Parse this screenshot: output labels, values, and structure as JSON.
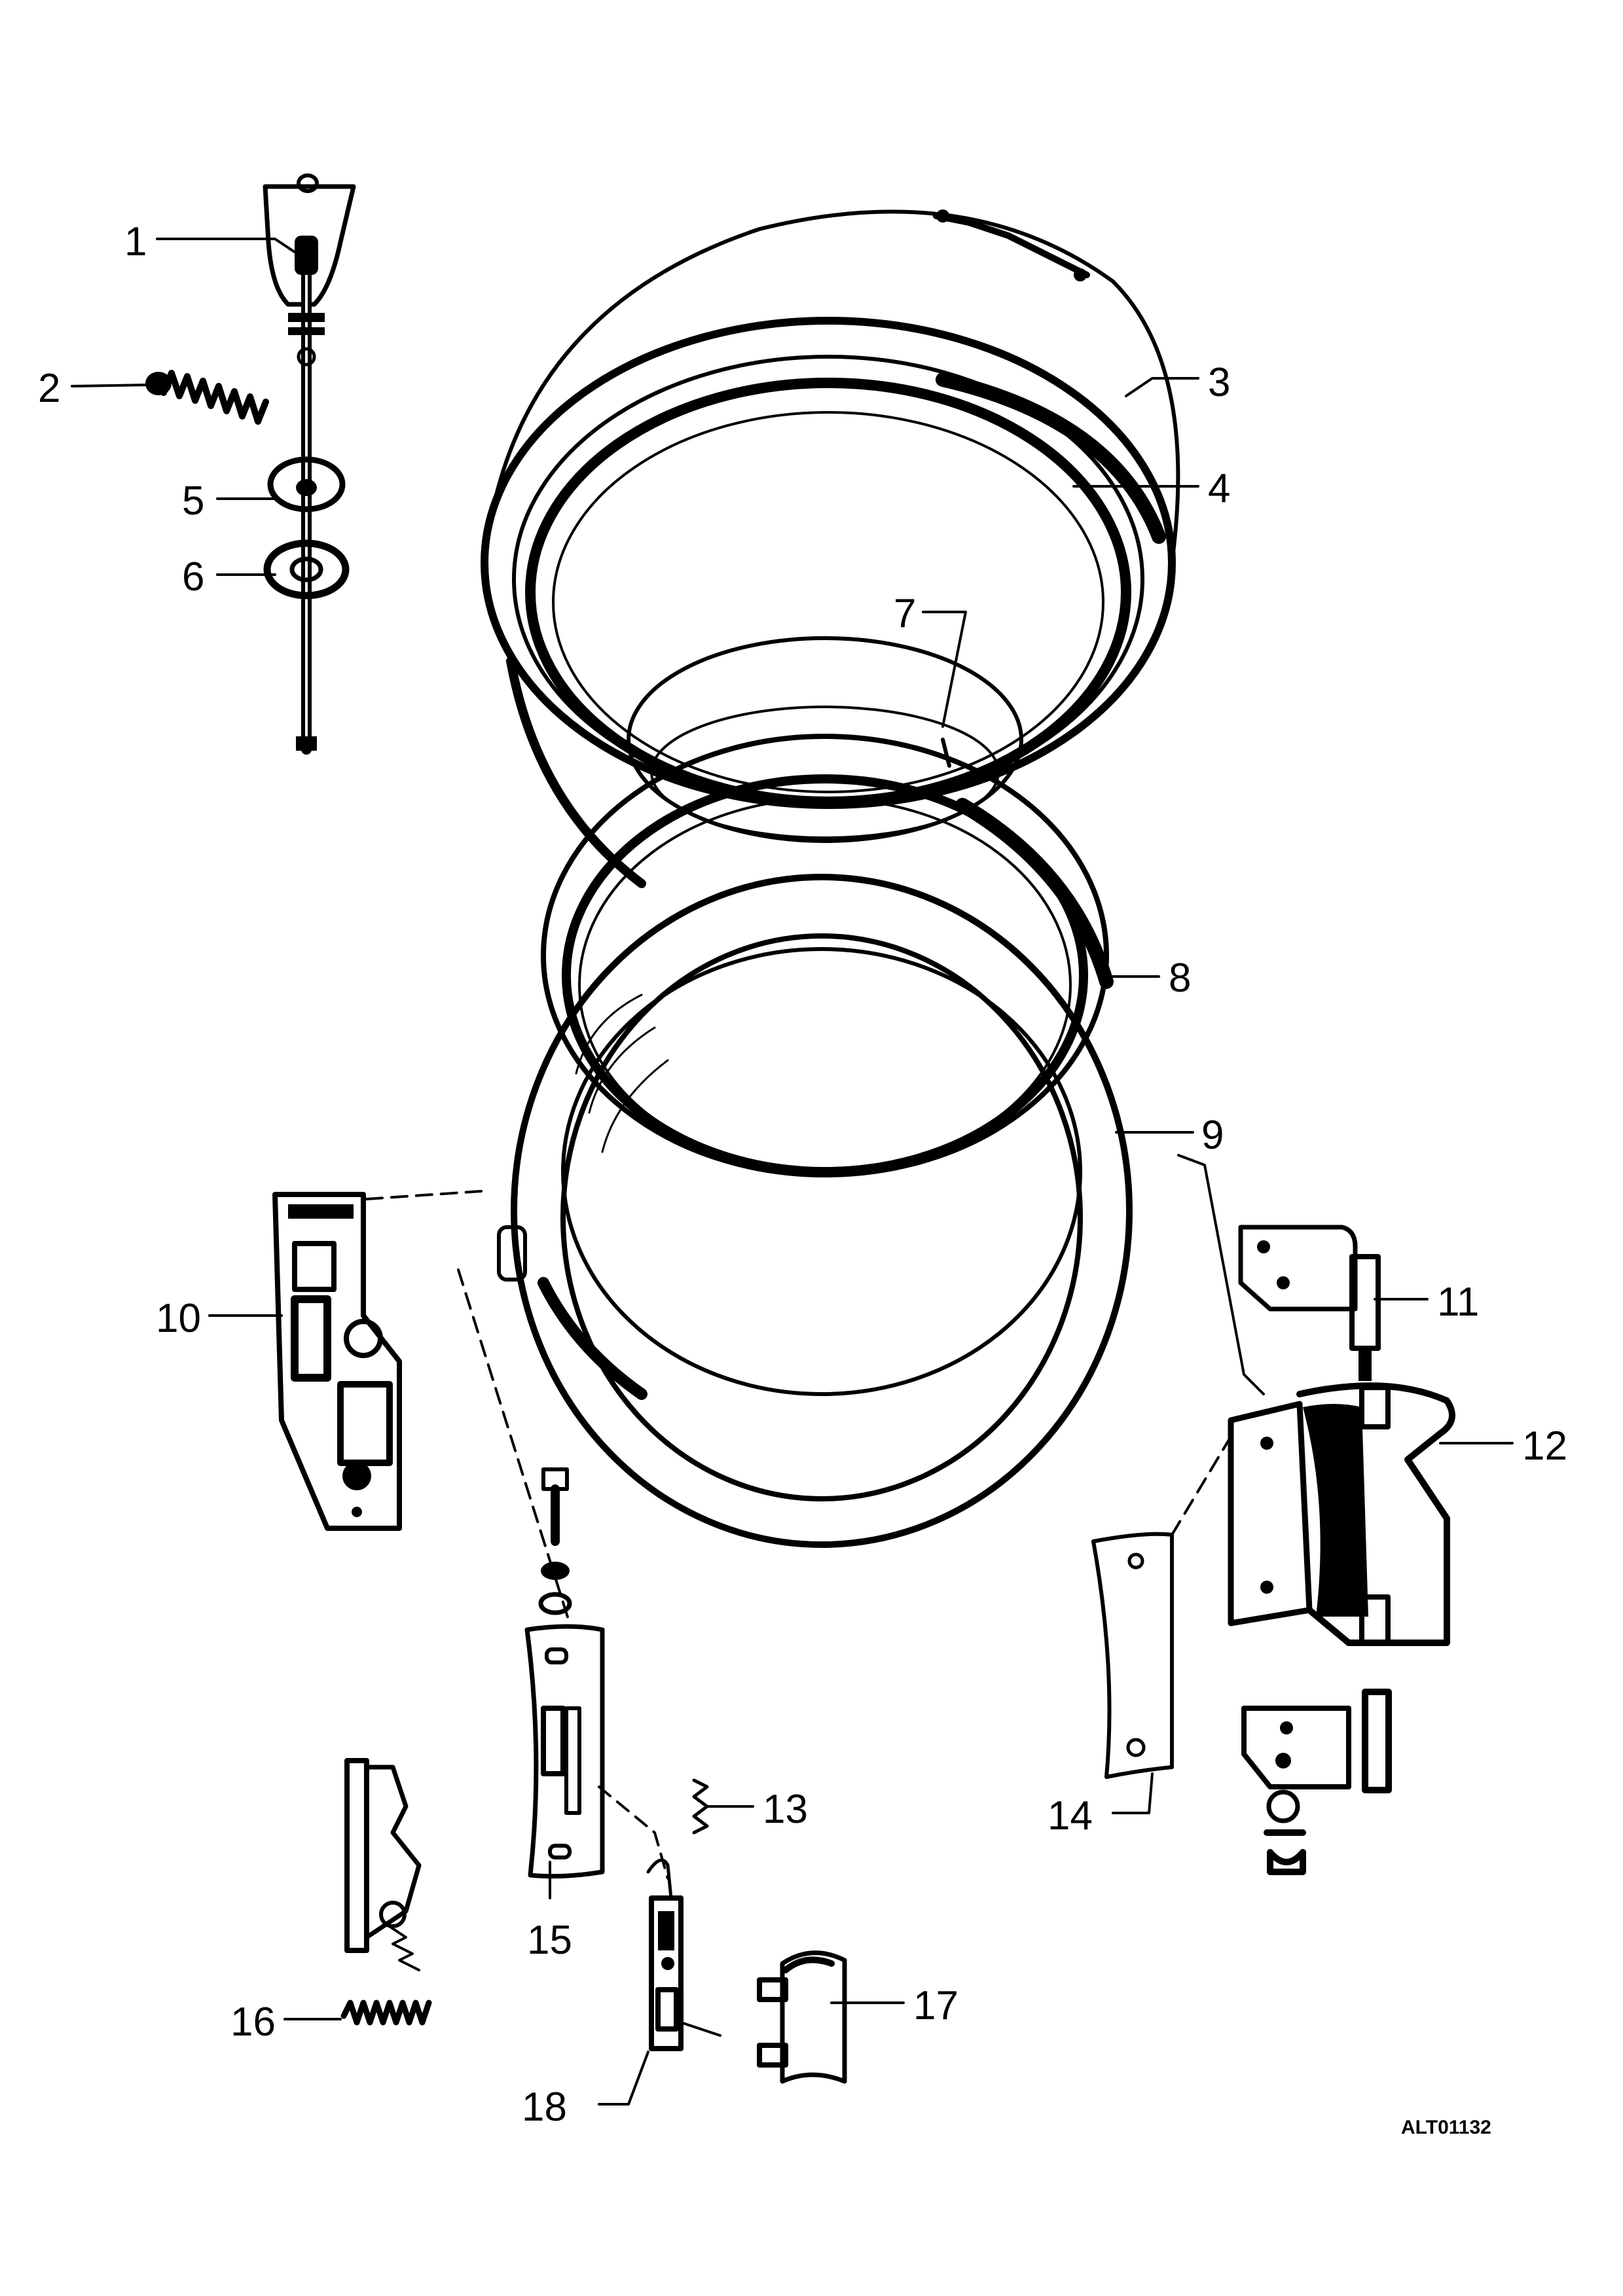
{
  "diagram_code": "ALT01132",
  "callouts": [
    {
      "id": "1",
      "label": "1"
    },
    {
      "id": "2",
      "label": "2"
    },
    {
      "id": "3",
      "label": "3"
    },
    {
      "id": "4",
      "label": "4"
    },
    {
      "id": "5",
      "label": "5"
    },
    {
      "id": "6",
      "label": "6"
    },
    {
      "id": "7",
      "label": "7"
    },
    {
      "id": "8",
      "label": "8"
    },
    {
      "id": "9",
      "label": "9"
    },
    {
      "id": "10",
      "label": "10"
    },
    {
      "id": "11",
      "label": "11"
    },
    {
      "id": "12",
      "label": "12"
    },
    {
      "id": "13",
      "label": "13"
    },
    {
      "id": "14",
      "label": "14"
    },
    {
      "id": "15",
      "label": "15"
    },
    {
      "id": "16",
      "label": "16"
    },
    {
      "id": "17",
      "label": "17"
    },
    {
      "id": "18",
      "label": "18"
    }
  ]
}
